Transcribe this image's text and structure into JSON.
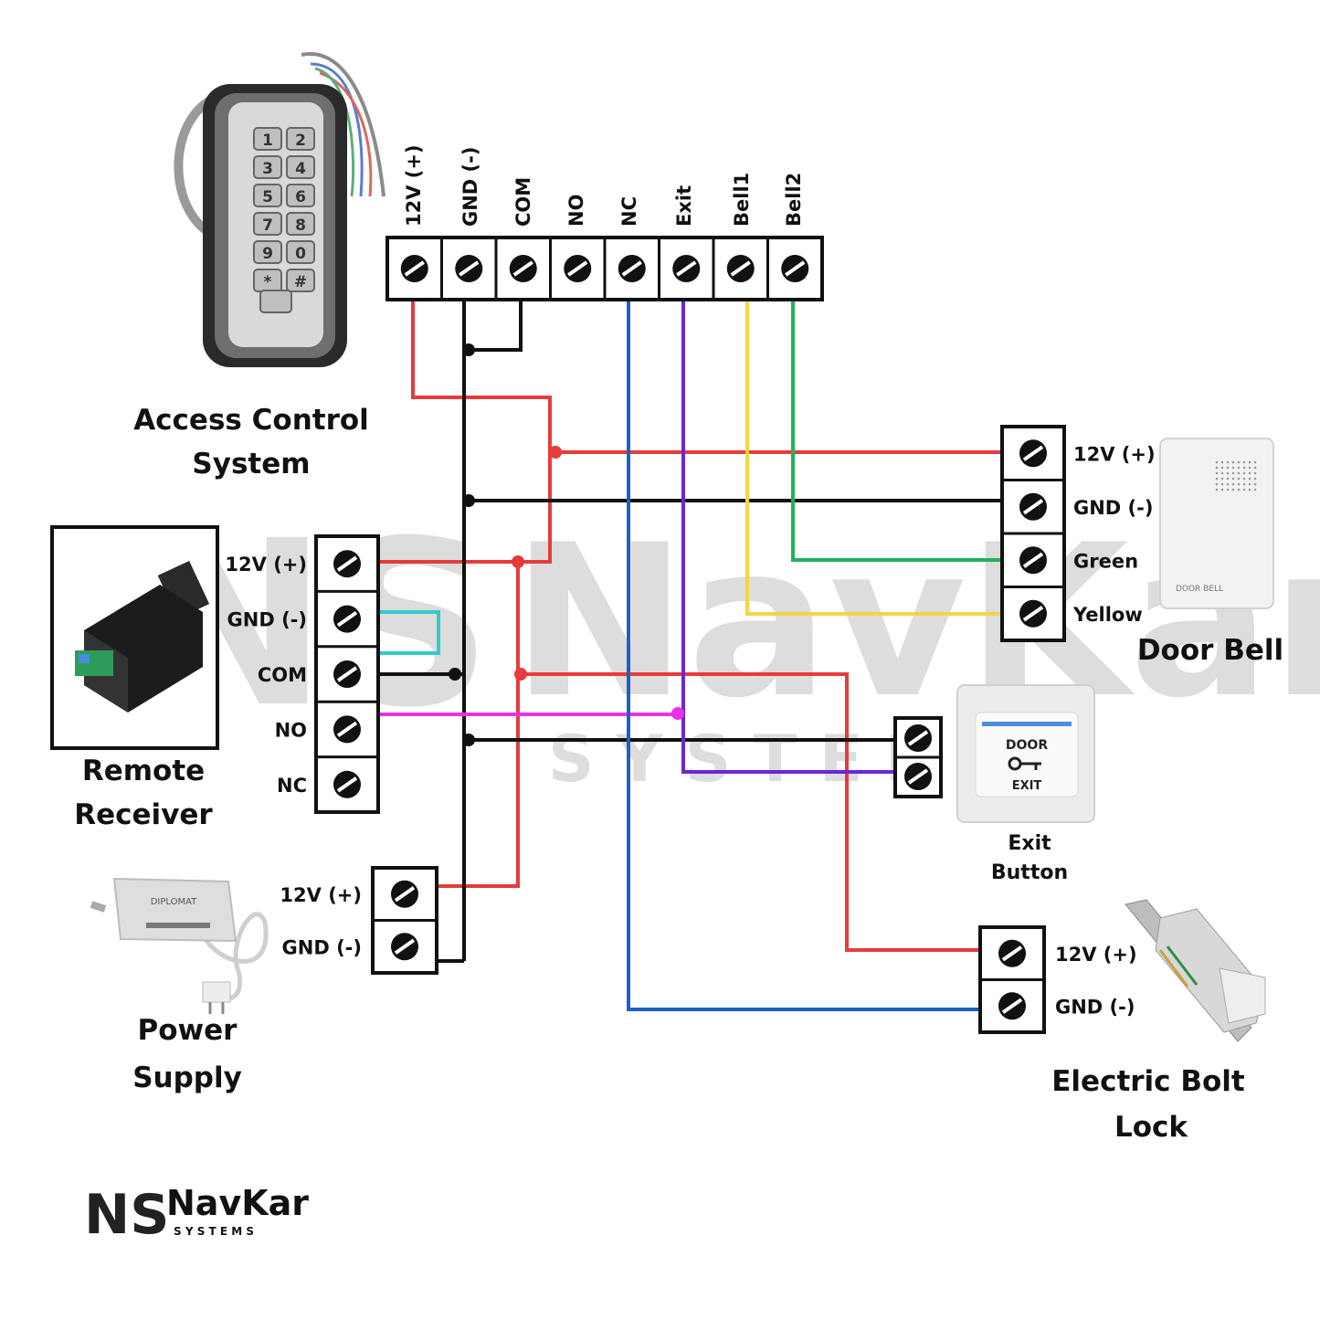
{
  "colors": {
    "red": "#e63b3b",
    "black": "#111111",
    "blue": "#1f5fc8",
    "purple": "#6a28d6",
    "yellow": "#f2d54a",
    "green": "#21b15a",
    "cyan": "#35c9c9",
    "magenta": "#ee2fe8"
  },
  "watermark": {
    "brand": "NavKar",
    "sub": "S Y S T E M S"
  },
  "access_control": {
    "title_line1": "Access Control",
    "title_line2": "System",
    "terminals": [
      "12V (+)",
      "GND (-)",
      "COM",
      "NO",
      "NC",
      "Exit",
      "Bell1",
      "Bell2"
    ],
    "keypad_keys": [
      "1",
      "2",
      "3",
      "4",
      "5",
      "6",
      "7",
      "8",
      "9",
      "0",
      "*",
      "#"
    ]
  },
  "remote_receiver": {
    "title_line1": "Remote",
    "title_line2": "Receiver",
    "terminals": [
      "12V (+)",
      "GND (-)",
      "COM",
      "NO",
      "NC"
    ]
  },
  "power_supply": {
    "title_line1": "Power",
    "title_line2": "Supply",
    "terminals": [
      "12V (+)",
      "GND (-)"
    ],
    "brand": "DIPLOMAT"
  },
  "door_bell": {
    "title": "Door Bell",
    "terminals": [
      "12V (+)",
      "GND (-)",
      "Green",
      "Yellow"
    ],
    "device_text": "DOOR BELL"
  },
  "exit_button": {
    "title_line1": "Exit",
    "title_line2": "Button",
    "plate_top": "DOOR",
    "plate_bottom": "EXIT"
  },
  "electric_bolt": {
    "title_line1": "Electric Bolt",
    "title_line2": "Lock",
    "terminals": [
      "12V (+)",
      "GND (-)"
    ]
  },
  "logo": {
    "mark": "NS",
    "brand": "NavKar",
    "sub": "S Y S T E M S"
  }
}
